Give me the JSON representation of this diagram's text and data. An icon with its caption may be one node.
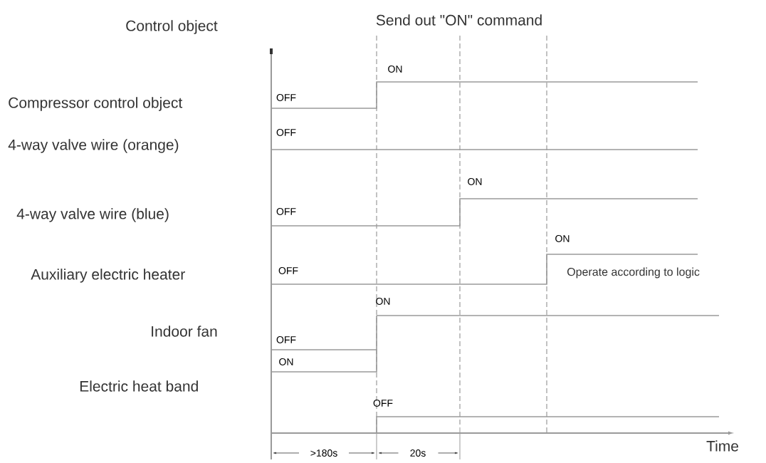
{
  "diagram": {
    "title": "Send out \"ON\" command",
    "labels": [
      "Control object",
      "ON",
      "Compressor control object",
      "OFF",
      "OFF",
      "4-way valve wire (orange)",
      "ON",
      "OFF",
      "4-way valve wire (blue)",
      "ON",
      "OFF",
      "Operate according to logic",
      "Auxiliary electric heater",
      "ON",
      "OFF",
      "Indoor fan",
      "ON",
      "OFF",
      "Electric heat band",
      ">180s",
      "20s",
      "Time"
    ]
  }
}
